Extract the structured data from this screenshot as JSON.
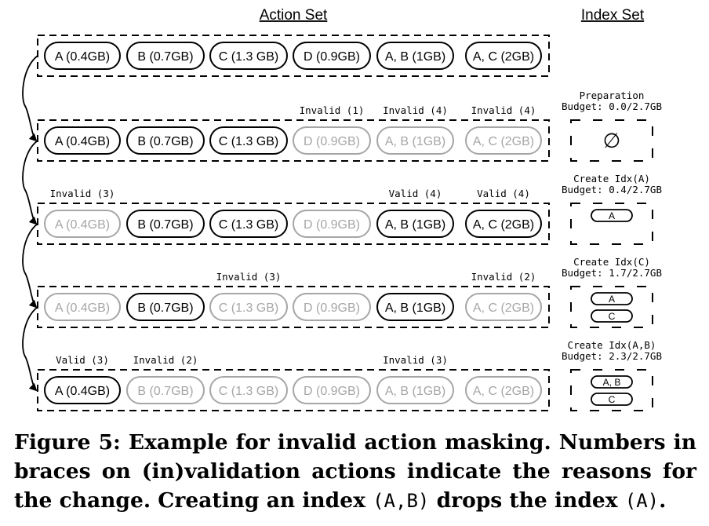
{
  "headers": {
    "action_set": "Action Set",
    "index_set": "Index Set"
  },
  "actions": [
    "A (0.4GB)",
    "B (0.7GB)",
    "C (1.3 GB)",
    "D (0.9GB)",
    "A, B (1GB)",
    "A, C (2GB)"
  ],
  "rows": [
    {
      "states": [
        "on",
        "on",
        "on",
        "on",
        "on",
        "on"
      ],
      "annotations": [],
      "index_label": [],
      "index_items": [],
      "empty_symbol": ""
    },
    {
      "states": [
        "on",
        "on",
        "on",
        "off",
        "off",
        "off"
      ],
      "annotations": [
        {
          "text": "Invalid (1)",
          "col": 3
        },
        {
          "text": "Invalid (4)",
          "col": 4
        },
        {
          "text": "Invalid (4)",
          "col": 5
        }
      ],
      "index_label": [
        "Preparation",
        "Budget: 0.0/2.7GB"
      ],
      "index_items": [],
      "empty_symbol": "∅"
    },
    {
      "states": [
        "off",
        "on",
        "on",
        "off",
        "on",
        "on"
      ],
      "annotations": [
        {
          "text": "Invalid (3)",
          "col": 0
        },
        {
          "text": "Valid (4)",
          "col": 4
        },
        {
          "text": "Valid (4)",
          "col": 5
        }
      ],
      "index_label": [
        "Create Idx(A)",
        "Budget: 0.4/2.7GB"
      ],
      "index_items": [
        "A"
      ],
      "empty_symbol": ""
    },
    {
      "states": [
        "off",
        "on",
        "off",
        "off",
        "on",
        "off"
      ],
      "annotations": [
        {
          "text": "Invalid (3)",
          "col": 2
        },
        {
          "text": "Invalid (2)",
          "col": 5
        }
      ],
      "index_label": [
        "Create Idx(C)",
        "Budget: 1.7/2.7GB"
      ],
      "index_items": [
        "A",
        "C"
      ],
      "empty_symbol": ""
    },
    {
      "states": [
        "on",
        "off",
        "off",
        "off",
        "off",
        "off"
      ],
      "annotations": [
        {
          "text": "Valid (3)",
          "col": 0
        },
        {
          "text": "Invalid (2)",
          "col": 1
        },
        {
          "text": "Invalid (3)",
          "col": 4
        }
      ],
      "index_label": [
        "Create Idx(A,B)",
        "Budget: 2.3/2.7GB"
      ],
      "index_items": [
        "A, B",
        "C"
      ],
      "empty_symbol": ""
    }
  ],
  "caption": {
    "line1": "Figure 5: Example for invalid action masking. Numbers in",
    "line2": "braces on (in)validation actions indicate the reasons for",
    "line3_a": "the change. Creating an index ",
    "line3_code1": "(A,B)",
    "line3_b": " drops the index ",
    "line3_code2": "(A)",
    "line3_c": "."
  },
  "colors": {
    "active": "#000000",
    "inactive": "#a6a6a6"
  }
}
